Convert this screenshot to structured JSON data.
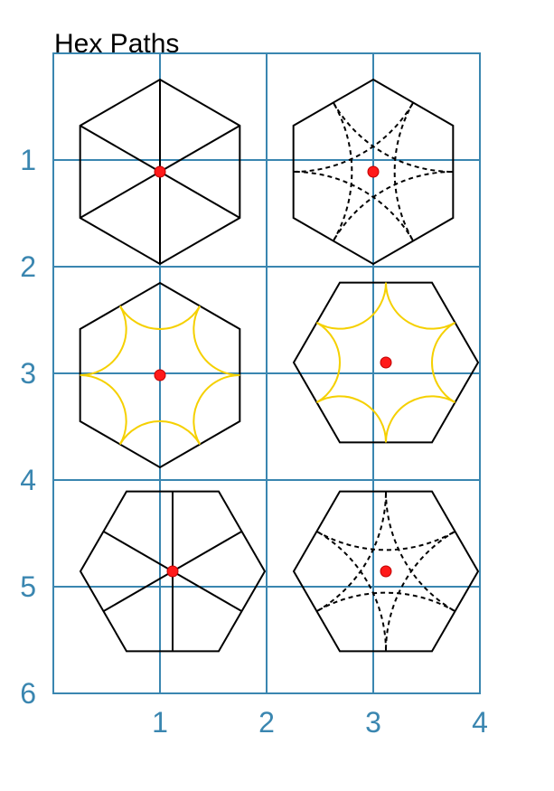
{
  "title": "Hex Paths",
  "grid": {
    "x_ticks": [
      "1",
      "2",
      "3",
      "4"
    ],
    "y_ticks": [
      "1",
      "2",
      "3",
      "4",
      "5",
      "6"
    ],
    "x_range": [
      0,
      4
    ],
    "y_range": [
      0,
      6
    ],
    "color": "#3a86b0"
  },
  "colors": {
    "edge": "#000000",
    "yellow": "#f5d000",
    "dot": "#ff1a1a"
  },
  "hexes": [
    {
      "name": "hex-r1-c1",
      "orientation": "pointy",
      "path_style": "straight-to-vertices",
      "path_color": "edge",
      "dash": false
    },
    {
      "name": "hex-r1-c2",
      "orientation": "pointy",
      "path_style": "arcs-between-edges",
      "path_color": "edge",
      "dash": true
    },
    {
      "name": "hex-r2-c1",
      "orientation": "pointy",
      "path_style": "arcs-around-vertices",
      "path_color": "yellow",
      "dash": false
    },
    {
      "name": "hex-r2-c2",
      "orientation": "flat",
      "path_style": "arcs-around-vertices",
      "path_color": "yellow",
      "dash": false
    },
    {
      "name": "hex-r3-c1",
      "orientation": "flat",
      "path_style": "straight-to-edge-midpoints",
      "path_color": "edge",
      "dash": false
    },
    {
      "name": "hex-r3-c2",
      "orientation": "flat",
      "path_style": "arcs-between-edges",
      "path_color": "edge",
      "dash": true
    }
  ]
}
